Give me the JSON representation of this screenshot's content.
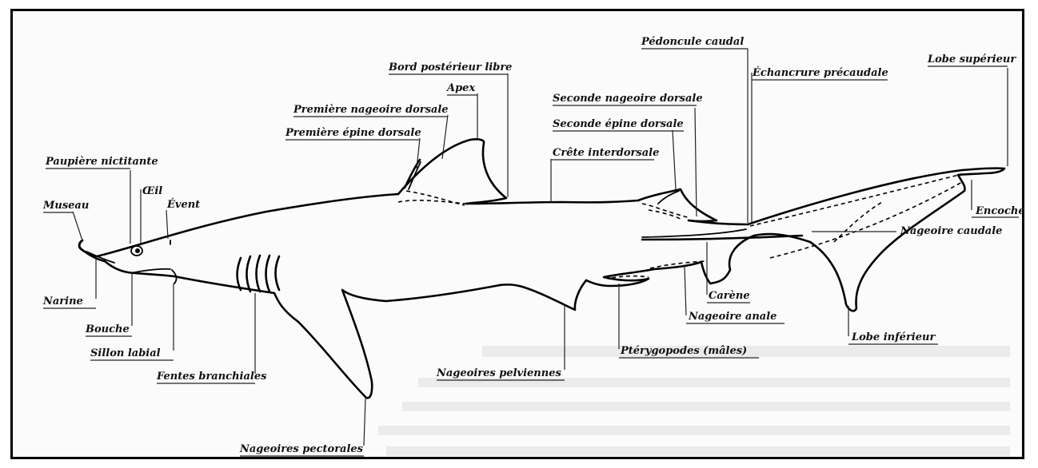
{
  "labels": {
    "paupiere": "Paupière nictitante",
    "oeil": "Œil",
    "museau": "Museau",
    "event": "Évent",
    "narine": "Narine",
    "bouche": "Bouche",
    "sillon": "Sillon labial",
    "fentes": "Fentes branchiales",
    "pectorales": "Nageoires pectorales",
    "premiere_epine": "Première épine dorsale",
    "premiere_nageoire": "Première nageoire dorsale",
    "apex": "Apex",
    "bord": "Bord postérieur libre",
    "pelviennes": "Nageoires pelviennes",
    "crete": "Crête interdorsale",
    "seconde_epine": "Seconde épine dorsale",
    "seconde_nageoire": "Seconde nageoire dorsale",
    "pedoncule": "Pédoncule caudal",
    "pterygopodes": "Ptérygopodes (mâles)",
    "anale": "Nageoire anale",
    "carene": "Carène",
    "echancrure": "Échancrure précaudale",
    "lobe_sup": "Lobe supérieur",
    "encoche": "Encoche",
    "caudale": "Nageoire caudale",
    "lobe_inf": "Lobe inférieur"
  }
}
